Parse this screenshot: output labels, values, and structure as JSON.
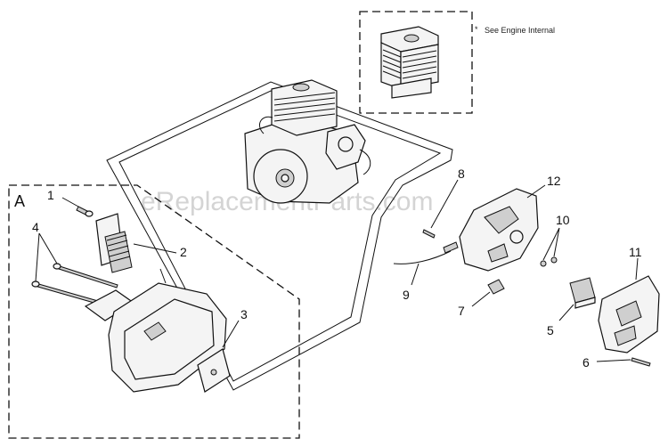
{
  "watermark": "eReplacementParts.com",
  "note": {
    "star": "*",
    "text": "See Engine Internal"
  },
  "group": {
    "letter": "A"
  },
  "callouts": {
    "p1": "1",
    "p2": "2",
    "p3": "3",
    "p4": "4",
    "p5": "5",
    "p6": "6",
    "p7": "7",
    "p8": "8",
    "p9": "9",
    "p10": "10",
    "p11": "11",
    "p12": "12"
  }
}
